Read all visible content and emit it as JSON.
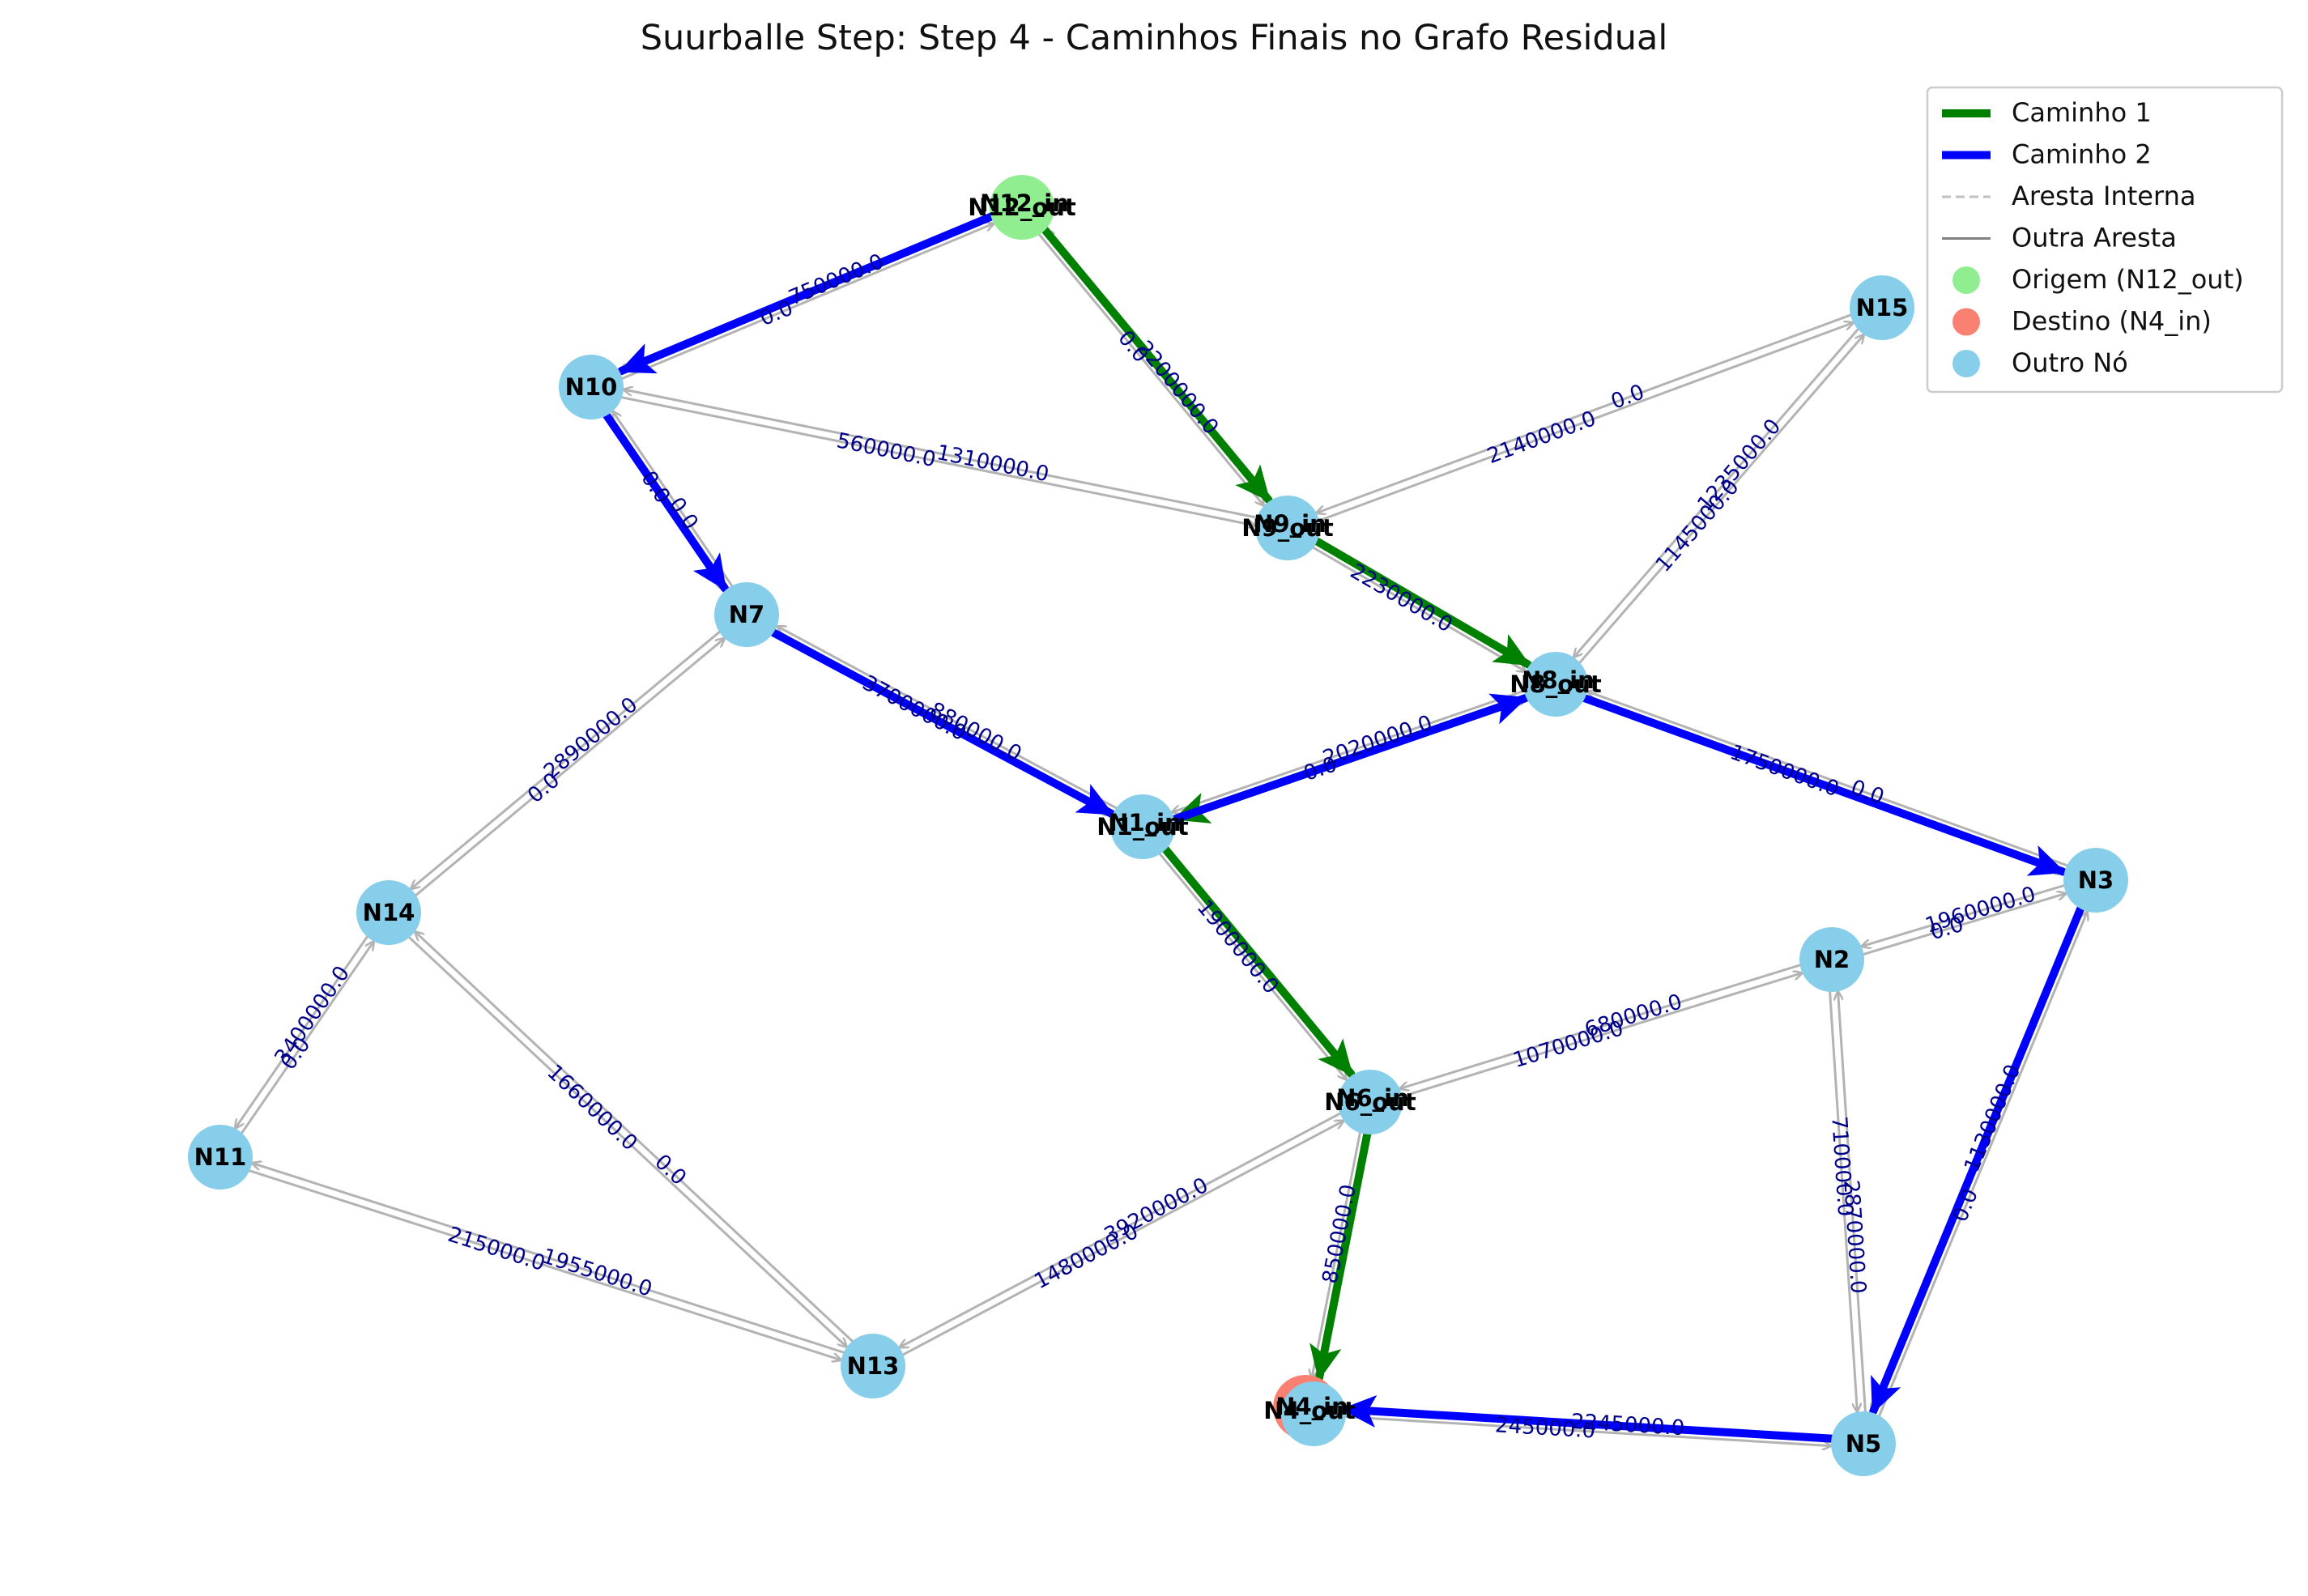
{
  "title": "Suurballe Step: Step 4 - Caminhos Finais no Grafo Residual",
  "colors": {
    "path1": "#008000",
    "path2": "#0000ff",
    "edge": "#b3b3b3",
    "node": "#87ceeb",
    "source": "#90ee90",
    "target": "#fa8072",
    "edge_label": "#00008b"
  },
  "legend": {
    "items": [
      {
        "label": "Caminho 1",
        "kind": "line",
        "color": "#008000"
      },
      {
        "label": "Caminho 2",
        "kind": "line",
        "color": "#0000ff"
      },
      {
        "label": "Aresta Interna",
        "kind": "dashed",
        "color": "#c0c0c0"
      },
      {
        "label": "Outra Aresta",
        "kind": "line-thin",
        "color": "#808080"
      },
      {
        "label": "Origem (N12_out)",
        "kind": "dot",
        "color": "#90ee90"
      },
      {
        "label": "Destino (N4_in)",
        "kind": "dot",
        "color": "#fa8072"
      },
      {
        "label": "Outro Nó",
        "kind": "dot",
        "color": "#87ceeb"
      }
    ]
  },
  "nodes": [
    {
      "id": "N12",
      "label": "N12_out",
      "label_under": "N12_in",
      "type": "source"
    },
    {
      "id": "N15",
      "label": "N15",
      "type": "other"
    },
    {
      "id": "N10",
      "label": "N10",
      "type": "other"
    },
    {
      "id": "N9",
      "label": "N9_out",
      "label_under": "N9_in",
      "type": "other"
    },
    {
      "id": "N7",
      "label": "N7",
      "type": "other"
    },
    {
      "id": "N8",
      "label": "N8_out",
      "label_under": "N8_in",
      "type": "other"
    },
    {
      "id": "N1",
      "label": "N1_out",
      "label_under": "N1_in",
      "type": "other"
    },
    {
      "id": "N3",
      "label": "N3",
      "type": "other"
    },
    {
      "id": "N14",
      "label": "N14",
      "type": "other"
    },
    {
      "id": "N2",
      "label": "N2",
      "type": "other"
    },
    {
      "id": "N6",
      "label": "N6_out",
      "label_under": "N6_in",
      "type": "other"
    },
    {
      "id": "N11",
      "label": "N11",
      "type": "other"
    },
    {
      "id": "N13",
      "label": "N13",
      "type": "other"
    },
    {
      "id": "N4",
      "label": "N4_out",
      "label_under": "N4_in",
      "type": "target"
    },
    {
      "id": "N5",
      "label": "N5",
      "type": "other"
    }
  ],
  "edges": [
    {
      "from": "N12",
      "to": "N10",
      "label": "750000.0"
    },
    {
      "from": "N10",
      "to": "N12",
      "label": "0.0"
    },
    {
      "from": "N12",
      "to": "N9",
      "label": "0.0"
    },
    {
      "from": "N9",
      "to": "N12",
      "label": "2200000.0"
    },
    {
      "from": "N10",
      "to": "N9",
      "label": "560000.0"
    },
    {
      "from": "N9",
      "to": "N10",
      "label": "1310000.0"
    },
    {
      "from": "N10",
      "to": "N7",
      "label": "0.0"
    },
    {
      "from": "N7",
      "to": "N10",
      "label": "0.0"
    },
    {
      "from": "N15",
      "to": "N9",
      "label": "0.0"
    },
    {
      "from": "N9",
      "to": "N15",
      "label": "2140000.0"
    },
    {
      "from": "N15",
      "to": "N8",
      "label": "1235000.0"
    },
    {
      "from": "N8",
      "to": "N15",
      "label": "1145000.0"
    },
    {
      "from": "N9",
      "to": "N8",
      "label": "2230000.0"
    },
    {
      "from": "N8",
      "to": "N1",
      "label": "2020000.0"
    },
    {
      "from": "N1",
      "to": "N8",
      "label": "0.0"
    },
    {
      "from": "N7",
      "to": "N1",
      "label": "3700000.0"
    },
    {
      "from": "N1",
      "to": "N7",
      "label": "880000.0"
    },
    {
      "from": "N7",
      "to": "N14",
      "label": "2890000.0"
    },
    {
      "from": "N14",
      "to": "N7",
      "label": "0.0"
    },
    {
      "from": "N8",
      "to": "N3",
      "label": "1750000.0"
    },
    {
      "from": "N3",
      "to": "N8",
      "label": "0.0"
    },
    {
      "from": "N3",
      "to": "N2",
      "label": "1960000.0"
    },
    {
      "from": "N2",
      "to": "N3",
      "label": "0.0"
    },
    {
      "from": "N3",
      "to": "N5",
      "label": "1130000.0"
    },
    {
      "from": "N5",
      "to": "N3",
      "label": "0.0"
    },
    {
      "from": "N1",
      "to": "N6",
      "label": "1900000.0"
    },
    {
      "from": "N2",
      "to": "N6",
      "label": "680000.0"
    },
    {
      "from": "N6",
      "to": "N2",
      "label": "1070000.0"
    },
    {
      "from": "N2",
      "to": "N5",
      "label": "710000.0"
    },
    {
      "from": "N5",
      "to": "N2",
      "label": "2870000.0"
    },
    {
      "from": "N14",
      "to": "N11",
      "label": "3400000.0"
    },
    {
      "from": "N11",
      "to": "N14",
      "label": "0.0"
    },
    {
      "from": "N14",
      "to": "N13",
      "label": "1660000.0"
    },
    {
      "from": "N13",
      "to": "N14",
      "label": "0.0"
    },
    {
      "from": "N13",
      "to": "N11",
      "label": "1955000.0"
    },
    {
      "from": "N11",
      "to": "N13",
      "label": "215000.0"
    },
    {
      "from": "N6",
      "to": "N13",
      "label": "3920000.0"
    },
    {
      "from": "N13",
      "to": "N6",
      "label": "1480000.0"
    },
    {
      "from": "N6",
      "to": "N4",
      "label": "850000.0"
    },
    {
      "from": "N5",
      "to": "N4",
      "label": "2245000.0"
    },
    {
      "from": "N4",
      "to": "N5",
      "label": "245000.0"
    }
  ],
  "path1": [
    "N12",
    "N9",
    "N8",
    "N1",
    "N6",
    "N4"
  ],
  "path2": [
    "N12",
    "N10",
    "N7",
    "N1",
    "N8",
    "N3",
    "N5",
    "N4"
  ]
}
